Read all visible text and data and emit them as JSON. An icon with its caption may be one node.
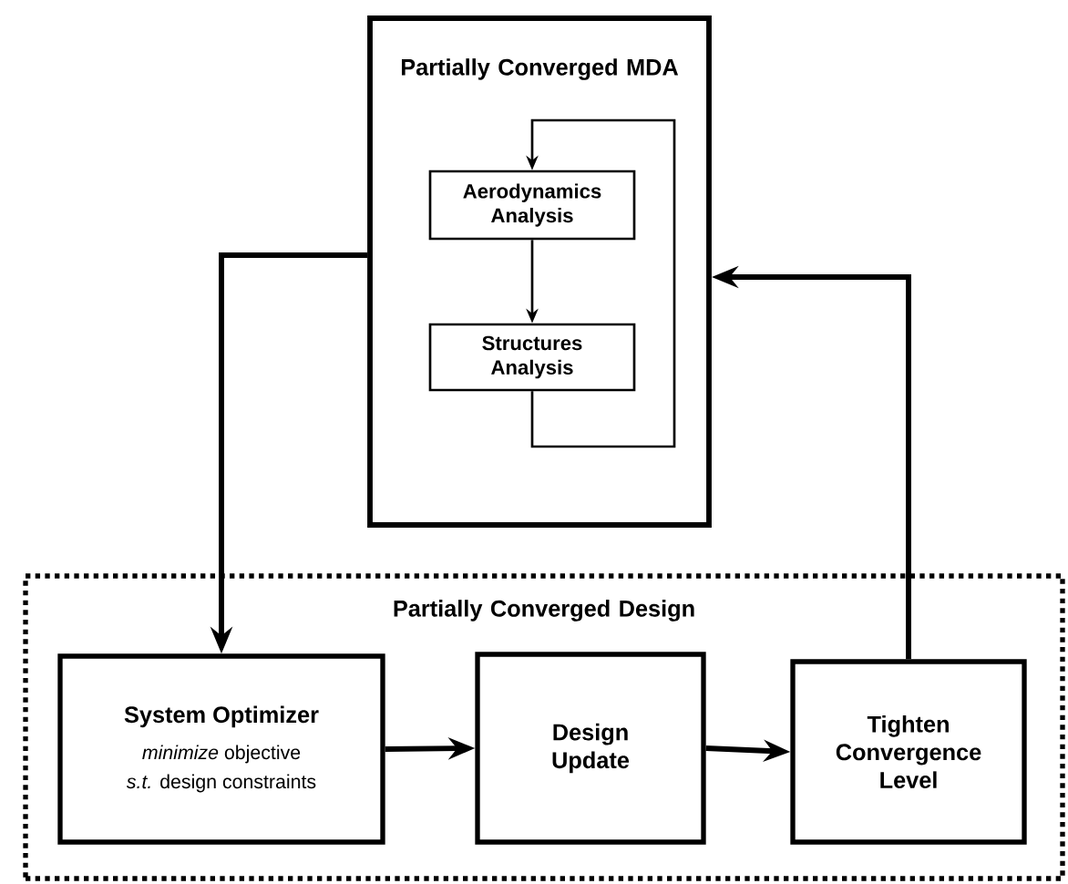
{
  "diagram": {
    "nodes": [
      {
        "text": [
          "Partially Converged MDA"
        ]
      },
      {
        "text": [
          "Aerodynamics Analysis"
        ],
        "in": 0
      },
      {
        "text": [
          "Structures Analysis"
        ],
        "in": 0
      },
      {
        "text": [
          "Partially Converged Design"
        ]
      },
      {
        "text": [
          "System Optimizer",
          "*minimize* objective",
          "*s.t.* design constraints"
        ],
        "in": 3
      },
      {
        "text": [
          "Design Update"
        ],
        "in": 3
      },
      {
        "text": [
          "Tighten Convergence Level"
        ],
        "in": 3
      }
    ],
    "edges": [
      {
        "from": 1,
        "to": 2,
        "arrow": "to"
      },
      {
        "from": 2,
        "to": 1,
        "arrow": "to"
      },
      {
        "from": 0,
        "to": 4,
        "arrow": "to"
      },
      {
        "from": 4,
        "to": 5,
        "arrow": "to"
      },
      {
        "from": 5,
        "to": 6,
        "arrow": "to"
      },
      {
        "from": 6,
        "to": 0,
        "arrow": "to"
      }
    ]
  }
}
